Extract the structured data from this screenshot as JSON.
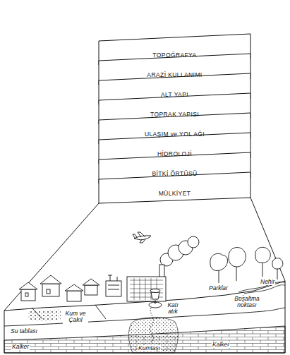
{
  "diagram": {
    "nodes": [
      {
        "text": [
          "TOPOĞRAFYA"
        ]
      },
      {
        "text": [
          "ARAZİ KULLANIMI"
        ]
      },
      {
        "text": [
          "ALT YAPI"
        ]
      },
      {
        "text": [
          "TOPRAK YAPISI"
        ]
      },
      {
        "text": [
          "ULAŞIM ve YOL AĞI"
        ]
      },
      {
        "text": [
          "HİDROLOJİ"
        ]
      },
      {
        "text": [
          "BİTKİ ÖRTÜSÜ"
        ]
      },
      {
        "text": [
          "MÜLKİYET"
        ]
      }
    ],
    "labels": [
      "Nehir",
      "Parklar",
      "Boşaltma noktası",
      "Katı atık",
      "Kum ve Çakıl",
      "Su tablası",
      "Kalker",
      "Kumtaşı",
      "Kalker"
    ]
  }
}
